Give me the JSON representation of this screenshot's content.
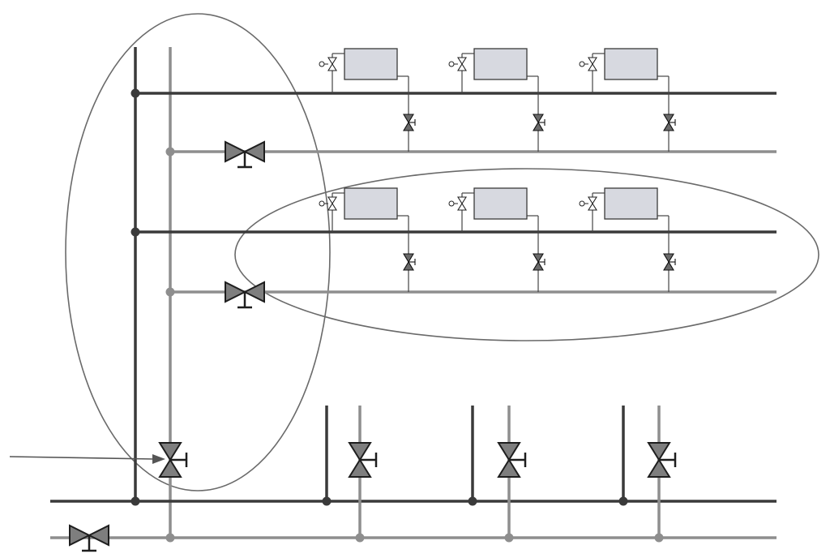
{
  "colors": {
    "background": "#ffffff",
    "supply_pipe": "#3a3a3a",
    "return_pipe": "#8e8e8e",
    "valve_fill": "#7e7e7e",
    "valve_stroke": "#1e1e1e",
    "radiator_fill": "#d7d9e0",
    "radiator_stroke": "#3a3a3a",
    "ellipse_stroke": "#6a6a6a",
    "arrow": "#555555"
  },
  "diagram": {
    "floors": 2,
    "radiators_per_floor": 3,
    "branch_risers": 3,
    "icons": {
      "radiator": "radiator-icon",
      "radiator_valve": "thermostatic-valve-icon",
      "lockshield_valve": "lockshield-valve-icon",
      "balancing_valve": "balancing-valve-icon",
      "pump": "pump-circle-icon"
    }
  }
}
